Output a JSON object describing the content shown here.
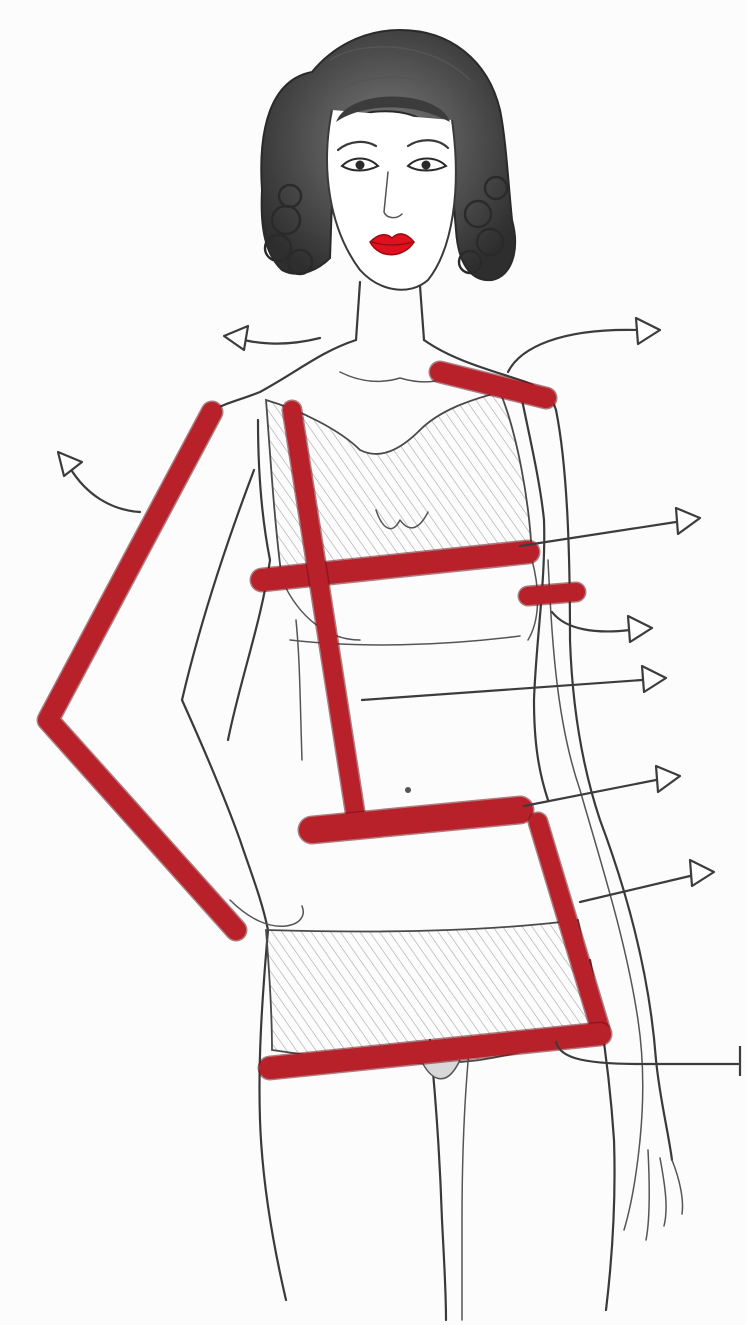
{
  "palette": {
    "paper": "#fcfcfc",
    "pencil": "#3a3a3a",
    "tape": "#b8202a",
    "tape_edge": "#6e1018",
    "lips": "#e0101e",
    "hair": "#4a4a4a"
  },
  "measurement_arrows": [
    {
      "id": "neck",
      "marker": "arrow"
    },
    {
      "id": "shoulder",
      "marker": "arrow"
    },
    {
      "id": "arm-length",
      "marker": "arrow"
    },
    {
      "id": "bust",
      "marker": "arrow"
    },
    {
      "id": "upper-arm",
      "marker": "arrow"
    },
    {
      "id": "front-length",
      "marker": "arrow"
    },
    {
      "id": "waist",
      "marker": "arrow"
    },
    {
      "id": "side-length",
      "marker": "arrow"
    },
    {
      "id": "hips",
      "marker": "arrow"
    }
  ],
  "tape_segments": [
    "neck-band",
    "shoulder-band",
    "arm-band",
    "bust-band",
    "upper-arm-band",
    "front-length-band",
    "waist-band",
    "side-band",
    "hip-band"
  ]
}
